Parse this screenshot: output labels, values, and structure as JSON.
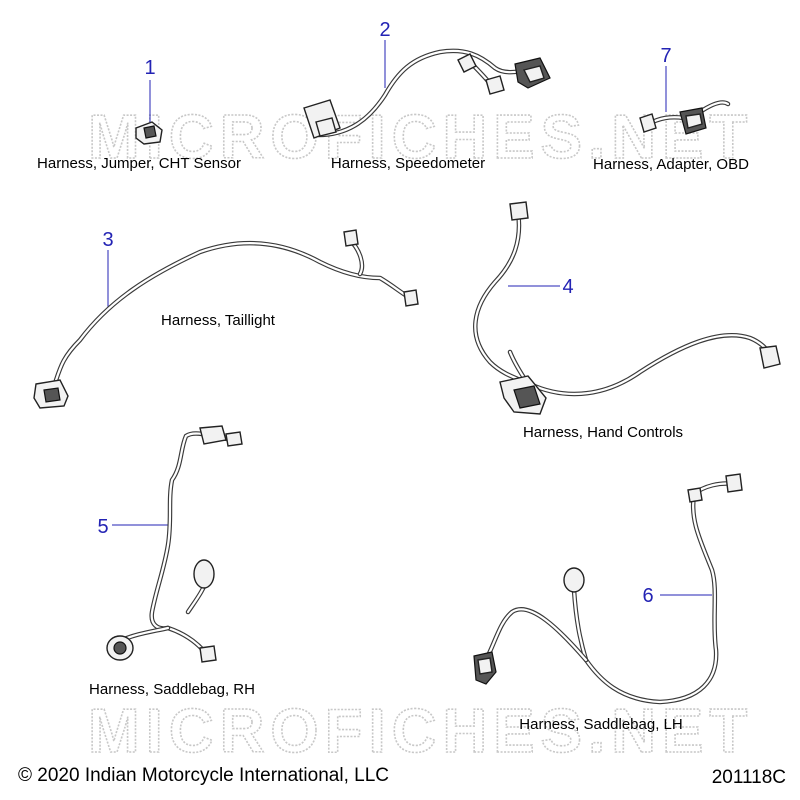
{
  "watermark_text": "MICROFICHES.NET",
  "parts": [
    {
      "callout": "1",
      "caption": "Harness, Jumper, CHT Sensor"
    },
    {
      "callout": "2",
      "caption": "Harness, Speedometer"
    },
    {
      "callout": "7",
      "caption": "Harness, Adapter, OBD"
    },
    {
      "callout": "3",
      "caption": "Harness, Taillight"
    },
    {
      "callout": "4",
      "caption": "Harness, Hand Controls"
    },
    {
      "callout": "5",
      "caption": "Harness, Saddlebag, RH"
    },
    {
      "callout": "6",
      "caption": "Harness, Saddlebag, LH"
    }
  ],
  "footer": {
    "copyright": "© 2020 Indian Motorcycle International, LLC",
    "diagram_id": "201118C"
  }
}
